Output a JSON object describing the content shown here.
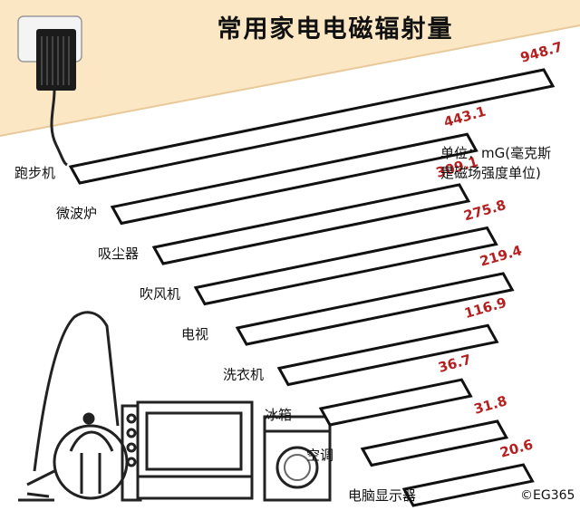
{
  "title": "常用家电电磁辐射量",
  "unit_note": [
    "单位：mG(毫克斯",
    "是磁场强度单位)"
  ],
  "credit": "©EG365",
  "colors": {
    "wall": "#fbe7c4",
    "value_text": "#b51f1f",
    "stroke": "#111111"
  },
  "chart_data": {
    "type": "bar",
    "title": "常用家电电磁辐射量",
    "categories": [
      "跑步机",
      "微波炉",
      "吸尘器",
      "吹风机",
      "电视",
      "洗衣机",
      "冰箱",
      "空调",
      "电脑显示器"
    ],
    "category_lines": [
      [
        "跑步机"
      ],
      [
        "微波炉"
      ],
      [
        "吸尘器"
      ],
      [
        "吹风机"
      ],
      [
        "电视"
      ],
      [
        "洗衣机"
      ],
      [
        "冰箱"
      ],
      [
        "空调"
      ],
      [
        "电脑显示器"
      ]
    ],
    "values": [
      948.7,
      443.1,
      309.1,
      275.8,
      219.4,
      116.9,
      36.7,
      31.8,
      20.6
    ],
    "value_labels": [
      "948.7",
      "443.1",
      "309.1",
      "275.8",
      "219.4",
      "116.9",
      "36.7",
      "31.8",
      "20.6"
    ],
    "unit": "mG",
    "legend": "none",
    "grid": false
  }
}
